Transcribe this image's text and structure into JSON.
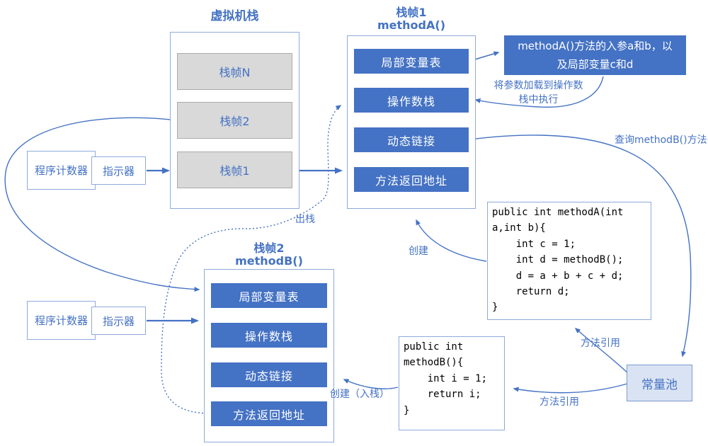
{
  "colors": {
    "accent_blue": "#4472C4",
    "light_border_blue": "#8FAADC",
    "gray_fill": "#D9D9D9",
    "pool_fill": "#DAE3F3",
    "box_text_white": "#FFFFFF"
  },
  "vm_stack": {
    "title": "虚拟机栈",
    "frames": [
      "栈帧N",
      "栈帧2",
      "栈帧1"
    ]
  },
  "frame1": {
    "title": "栈帧1",
    "subtitle": "methodA()",
    "items": [
      "局部变量表",
      "操作数栈",
      "动态链接",
      "方法返回地址"
    ]
  },
  "frame2": {
    "title": "栈帧2",
    "subtitle": "methodB()",
    "items": [
      "局部变量表",
      "操作数栈",
      "动态链接",
      "方法返回地址"
    ]
  },
  "pc1": {
    "label": "程序计数器",
    "indicator": "指示器"
  },
  "pc2": {
    "label": "程序计数器",
    "indicator": "指示器"
  },
  "note_box": {
    "text": "methodA()方法的入参a和b，以\n及局部变量c和d"
  },
  "code_a": {
    "text": "public int methodA(int\na,int b){\n    int c = 1;\n    int d = methodB();\n    d = a + b + c + d;\n    return d;\n}"
  },
  "code_b": {
    "text": "public int\nmethodB(){\n    int i = 1;\n    return i;\n}"
  },
  "constant_pool": {
    "label": "常量池"
  },
  "labels": {
    "load_params": "将参数加载到操作数\n栈中执行",
    "query_methodB": "查询methodB()方法",
    "pop_stack": "出栈",
    "create": "创建",
    "create_push": "创建（入栈）",
    "method_ref_top": "方法引用",
    "method_ref_bottom": "方法引用"
  }
}
